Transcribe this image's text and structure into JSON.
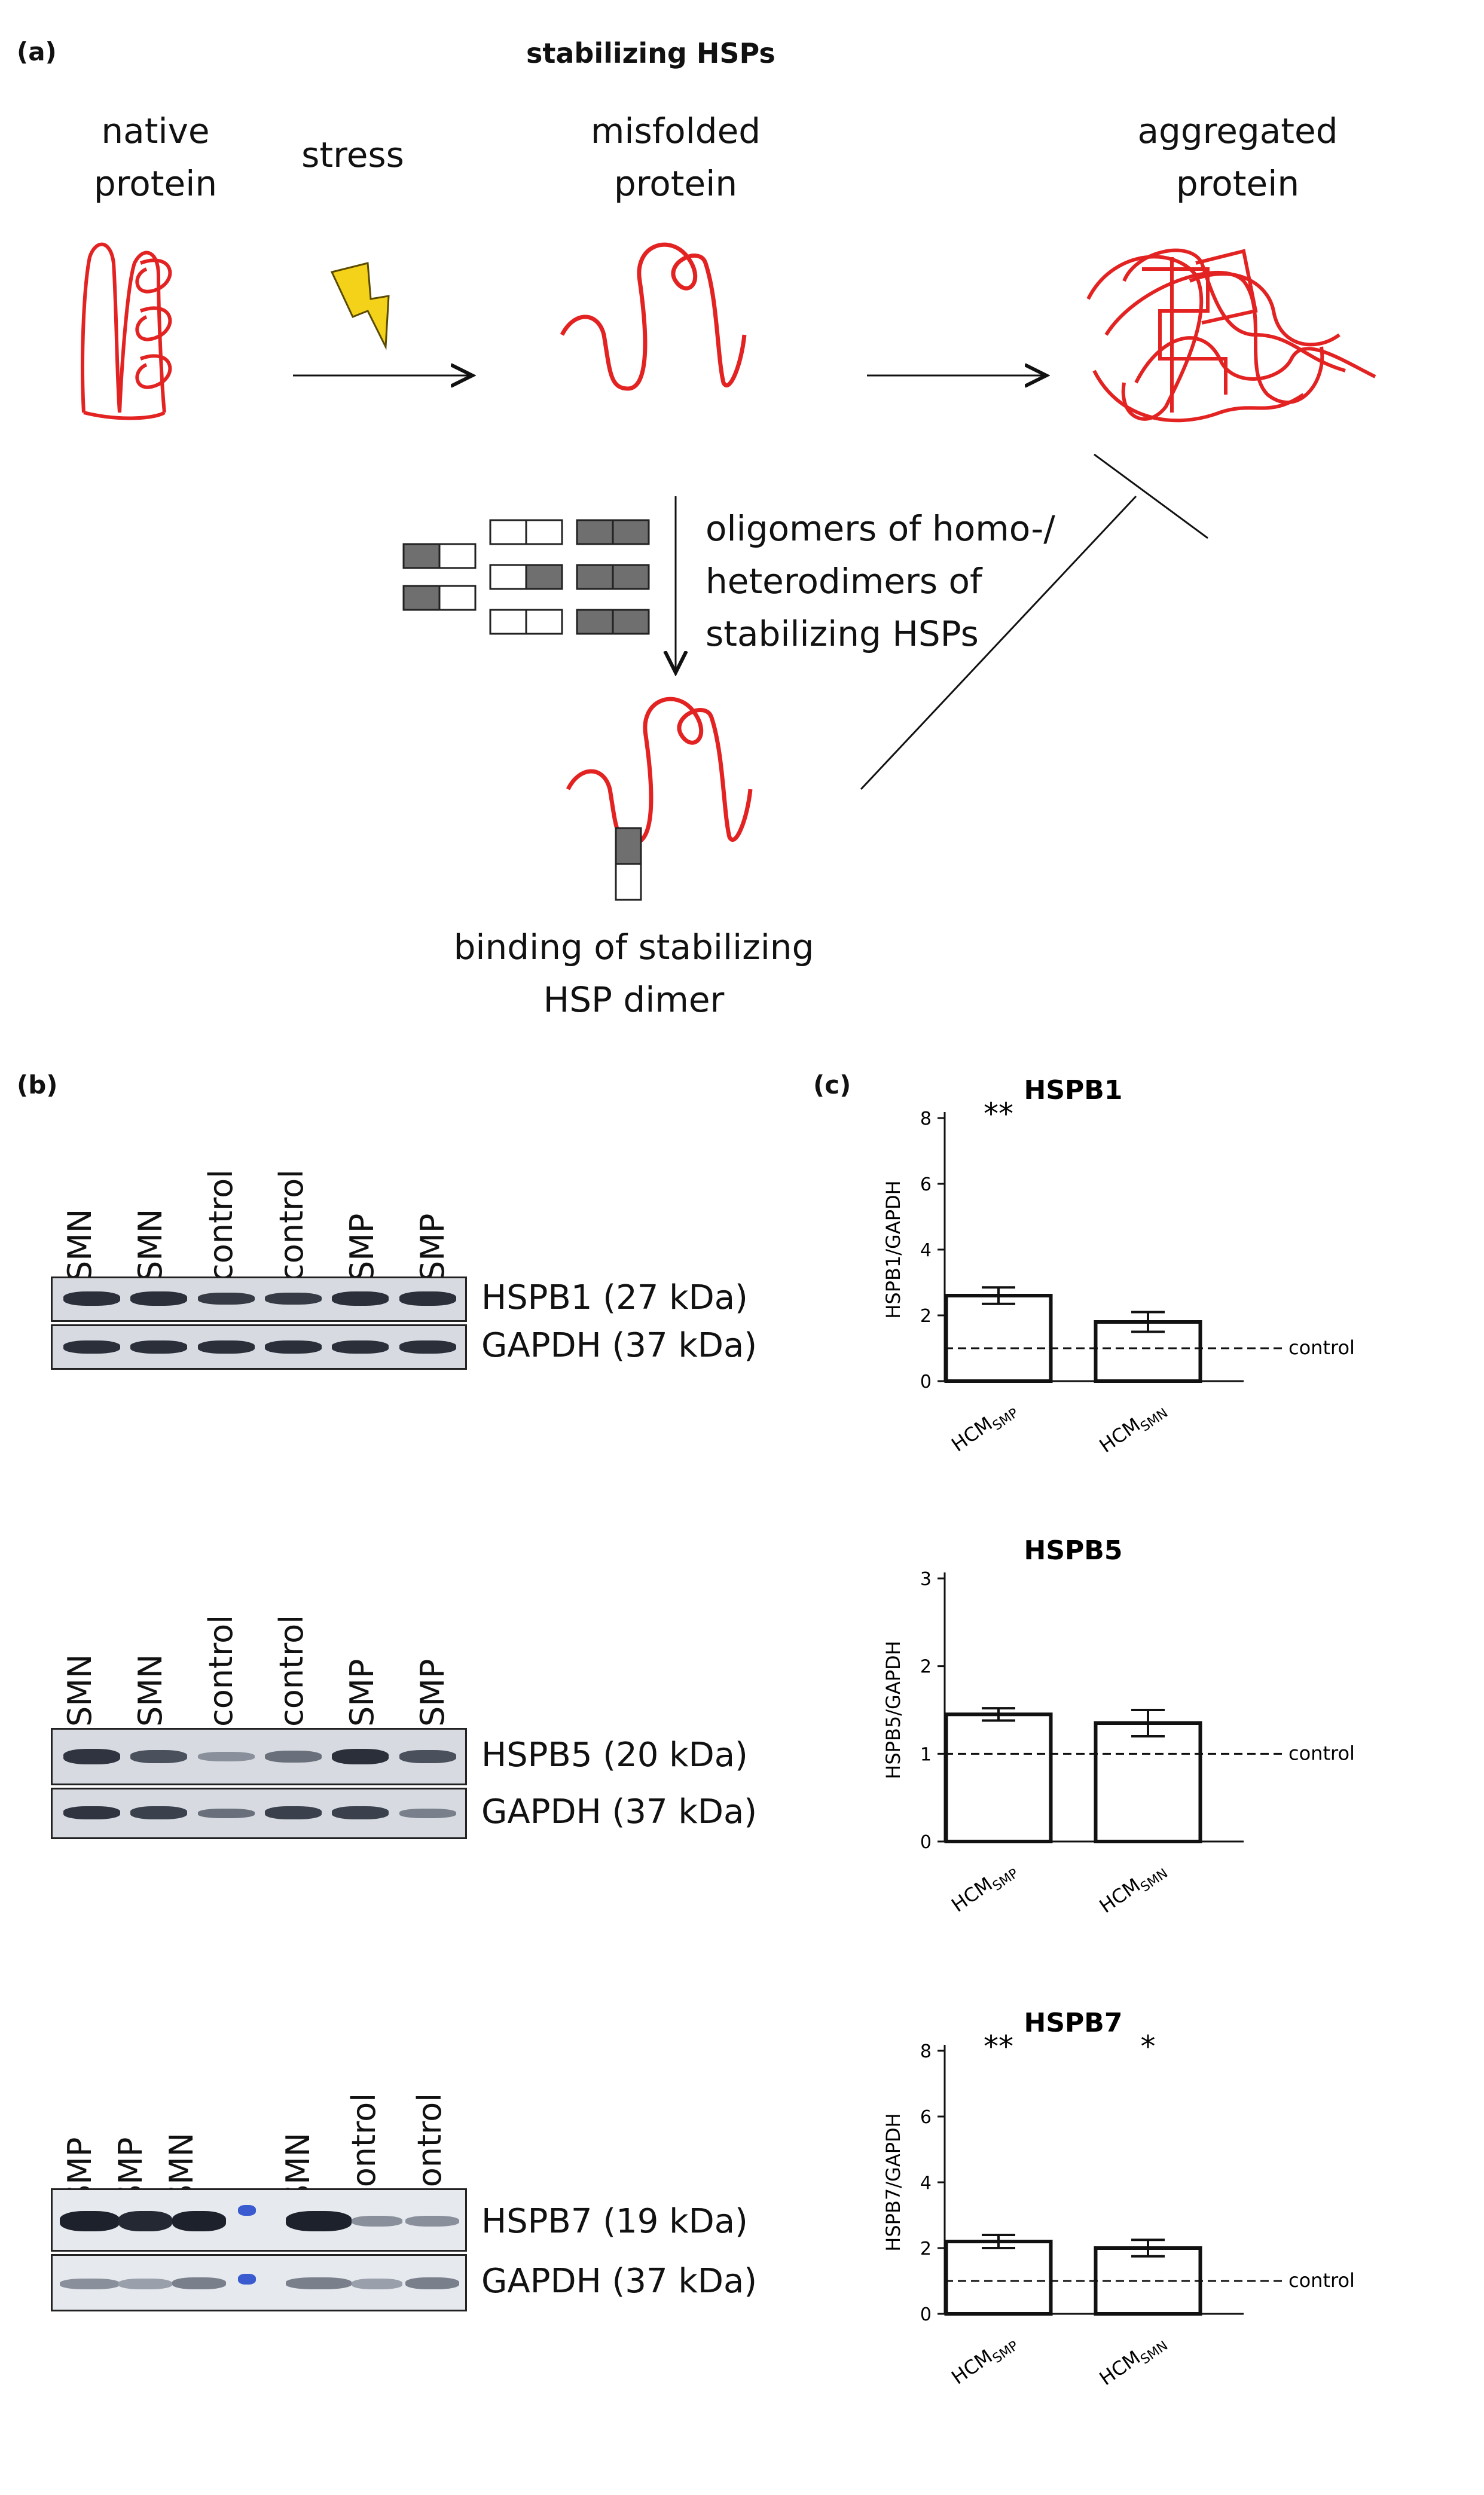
{
  "panel_a": {
    "label": "(a)",
    "title": "stabilizing HSPs",
    "native": "native\nprotein",
    "stress": "stress",
    "misfolded": "misfolded\nprotein",
    "aggregated": "aggregated\nprotein",
    "oligomers": "oligomers of homo-/\nheterodimers of\nstabilizing HSPs",
    "binding": "binding of stabilizing\nHSP dimer"
  },
  "panel_b": {
    "label": "(b)",
    "blots": [
      {
        "lanes": [
          "SMN",
          "SMN",
          "control",
          "control",
          "SMP",
          "SMP"
        ],
        "target": "HSPB1 (27 kDa)",
        "loading": "GAPDH (37 kDa)"
      },
      {
        "lanes": [
          "SMN",
          "SMN",
          "control",
          "control",
          "SMP",
          "SMP"
        ],
        "target": "HSPB5 (20 kDa)",
        "loading": "GAPDH (37 kDa)"
      },
      {
        "lanes": [
          "SMP",
          "SMP",
          "SMN",
          "SMN",
          "control",
          "control"
        ],
        "target": "HSPB7 (19 kDa)",
        "loading": "GAPDH (37 kDa)"
      }
    ]
  },
  "panel_c": {
    "label": "(c)",
    "control_label": "control",
    "xcat_labels": [
      {
        "base": "HCM",
        "sub": "SMP"
      },
      {
        "base": "HCM",
        "sub": "SMN"
      }
    ]
  },
  "chart_data": [
    {
      "type": "bar",
      "title": "HSPB1",
      "ylabel": "HSPB1/GAPDH",
      "ylim": [
        0,
        8
      ],
      "yticks": [
        0,
        2,
        4,
        6,
        8
      ],
      "control_line": 1,
      "categories": [
        "HCMSMP",
        "HCMSMN"
      ],
      "values": [
        2.6,
        1.8
      ],
      "sem": [
        0.25,
        0.3
      ],
      "significance": [
        "**",
        ""
      ]
    },
    {
      "type": "bar",
      "title": "HSPB5",
      "ylabel": "HSPB5/GAPDH",
      "ylim": [
        0,
        3
      ],
      "yticks": [
        0,
        1,
        2,
        3
      ],
      "control_line": 1,
      "categories": [
        "HCMSMP",
        "HCMSMN"
      ],
      "values": [
        1.45,
        1.35
      ],
      "sem": [
        0.07,
        0.15
      ],
      "significance": [
        "",
        ""
      ]
    },
    {
      "type": "bar",
      "title": "HSPB7",
      "ylabel": "HSPB7/GAPDH",
      "ylim": [
        0,
        8
      ],
      "yticks": [
        0,
        2,
        4,
        6,
        8
      ],
      "control_line": 1,
      "categories": [
        "HCMSMP",
        "HCMSMN"
      ],
      "values": [
        2.2,
        2.0
      ],
      "sem": [
        0.2,
        0.25
      ],
      "significance": [
        "**",
        "*"
      ]
    }
  ]
}
